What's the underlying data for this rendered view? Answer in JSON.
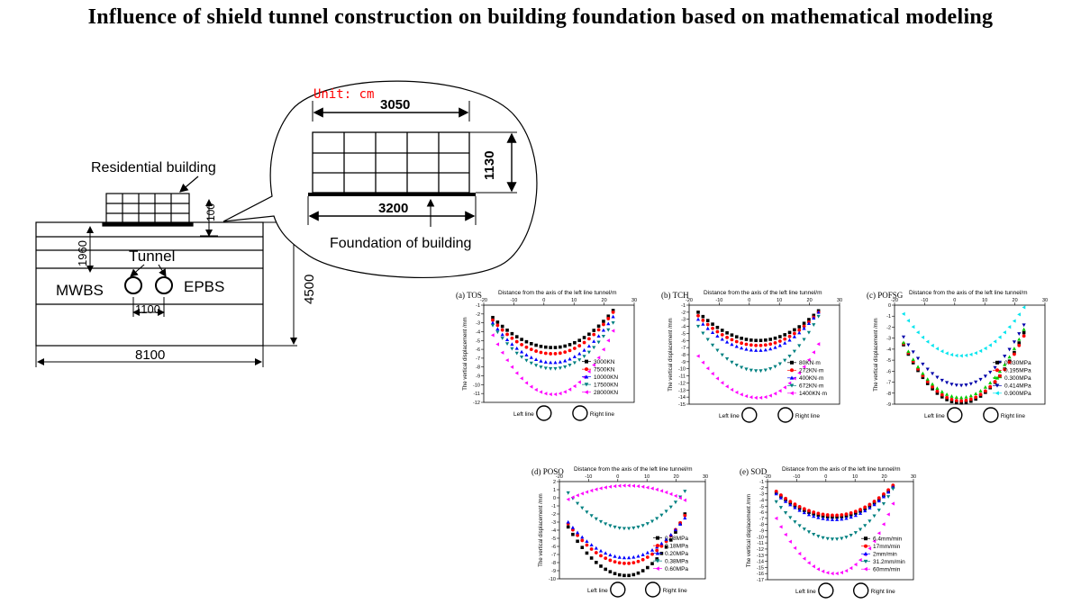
{
  "title": "Influence of shield tunnel construction on building foundation based on mathematical modeling",
  "colors": {
    "black": "#000000",
    "red": "#ff0000",
    "blue": "#0000ff",
    "teal": "#008080",
    "magenta": "#ff00ff",
    "green": "#00cc00",
    "navy": "#0000aa",
    "cyan": "#00e5ee"
  },
  "schematic": {
    "residential_building": "Residential building",
    "tunnel": "Tunnel",
    "mwbs": "MWBS",
    "epbs": "EPBS",
    "dim_1960": "1960",
    "dim_100": "100",
    "dim_1100": "1100",
    "dim_4500": "4500",
    "dim_8100": "8100"
  },
  "callout": {
    "unit": "Unit: cm",
    "dim_3050": "3050",
    "dim_1130": "1130",
    "dim_3200": "3200",
    "foundation": "Foundation of building"
  },
  "chart_data": [
    {
      "id": "a",
      "label": "(a) TOS",
      "type": "scatter",
      "top_axis_label": "Distance from the axis of the left line tunnel/m",
      "xlabel": "",
      "ylabel": "The vertical displacement /mm",
      "xlim": [
        -20,
        30
      ],
      "ylim": [
        -12,
        -1
      ],
      "xticks": [
        -20,
        -10,
        0,
        10,
        20,
        30
      ],
      "yticks": [
        -1,
        -2,
        -3,
        -4,
        -5,
        -6,
        -7,
        -8,
        -9,
        -10,
        -11,
        -12
      ],
      "x_range": [
        -17,
        23
      ],
      "center": 3,
      "left_line": "Left line",
      "right_line": "Right line",
      "series": [
        {
          "name": "3000KN",
          "color": "#000000",
          "marker": "square",
          "min": -5.8,
          "left": -2.4,
          "right": -1.6
        },
        {
          "name": "7500KN",
          "color": "#ff0000",
          "marker": "circle",
          "min": -6.5,
          "left": -2.7,
          "right": -1.8
        },
        {
          "name": "10000KN",
          "color": "#0000ff",
          "marker": "triangle-up",
          "min": -7.5,
          "left": -3.0,
          "right": -2.3
        },
        {
          "name": "17500KN",
          "color": "#008080",
          "marker": "triangle-down",
          "min": -8.2,
          "left": -3.3,
          "right": -3.0
        },
        {
          "name": "28000KN",
          "color": "#ff00ff",
          "marker": "triangle-left",
          "min": -11.1,
          "left": -4.4,
          "right": -3.9
        }
      ]
    },
    {
      "id": "b",
      "label": "(b) TCH",
      "type": "scatter",
      "top_axis_label": "Distance from the axis of the left line tunnel/m",
      "xlabel": "",
      "ylabel": "The vertical displacement /mm",
      "xlim": [
        -20,
        30
      ],
      "ylim": [
        -15,
        -1
      ],
      "xticks": [
        -20,
        -10,
        0,
        10,
        20,
        30
      ],
      "yticks": [
        -1,
        -2,
        -3,
        -4,
        -5,
        -6,
        -7,
        -8,
        -9,
        -10,
        -11,
        -12,
        -13,
        -14,
        -15
      ],
      "x_range": [
        -17,
        23
      ],
      "center": 3,
      "left_line": "Left line",
      "right_line": "Right line",
      "series": [
        {
          "name": "80KN·m",
          "color": "#000000",
          "marker": "square",
          "min": -6.0,
          "left": -2.0,
          "right": -1.8
        },
        {
          "name": "272KN·m",
          "color": "#ff0000",
          "marker": "circle",
          "min": -6.7,
          "left": -2.5,
          "right": -2.0
        },
        {
          "name": "400KN·m",
          "color": "#0000ff",
          "marker": "triangle-up",
          "min": -7.4,
          "left": -3.0,
          "right": -2.0
        },
        {
          "name": "672KN·m",
          "color": "#008080",
          "marker": "triangle-down",
          "min": -10.3,
          "left": -4.0,
          "right": -2.6
        },
        {
          "name": "1400KN·m",
          "color": "#ff00ff",
          "marker": "triangle-left",
          "min": -14.1,
          "left": -8.2,
          "right": -6.5
        }
      ]
    },
    {
      "id": "c",
      "label": "(c) POFSG",
      "type": "scatter",
      "top_axis_label": "Distance from the axis of the left line tunnel/m",
      "xlabel": "",
      "ylabel": "The vertical displacement /mm",
      "xlim": [
        -20,
        30
      ],
      "ylim": [
        -9,
        0
      ],
      "xticks": [
        -20,
        -10,
        0,
        10,
        20,
        30
      ],
      "yticks": [
        0,
        -1,
        -2,
        -3,
        -4,
        -5,
        -6,
        -7,
        -8,
        -9
      ],
      "x_range": [
        -17,
        23
      ],
      "center": 2,
      "left_line": "Left line",
      "right_line": "Right line",
      "series": [
        {
          "name": "0.030MPa",
          "color": "#000000",
          "marker": "square",
          "min": -8.9,
          "left": -3.6,
          "right": -2.5
        },
        {
          "name": "0.195MPa",
          "color": "#ff0000",
          "marker": "circle",
          "min": -8.7,
          "left": -3.5,
          "right": -2.8
        },
        {
          "name": "0.300MPa",
          "color": "#00cc00",
          "marker": "triangle-up",
          "min": -8.4,
          "left": -3.4,
          "right": -2.2
        },
        {
          "name": "0.414MPa",
          "color": "#0000aa",
          "marker": "triangle-down",
          "min": -7.3,
          "left": -2.9,
          "right": -1.8
        },
        {
          "name": "0.900MPa",
          "color": "#00e5ee",
          "marker": "triangle-left",
          "min": -4.6,
          "left": -0.8,
          "right": -0.2
        }
      ]
    },
    {
      "id": "d",
      "label": "(d) POSO",
      "type": "scatter",
      "top_axis_label": "Distance from the axis of the left line tunnel/m",
      "xlabel": "",
      "ylabel": "The vertical displacement /mm",
      "xlim": [
        -20,
        30
      ],
      "ylim": [
        -10,
        2
      ],
      "xticks": [
        -20,
        -10,
        0,
        10,
        20,
        30
      ],
      "yticks": [
        2,
        1,
        0,
        -1,
        -2,
        -3,
        -4,
        -5,
        -6,
        -7,
        -8,
        -9,
        -10
      ],
      "x_range": [
        -17,
        23
      ],
      "center": 3,
      "left_line": "Left line",
      "right_line": "Right line",
      "series": [
        {
          "name": "0.08MPa",
          "color": "#000000",
          "marker": "square",
          "min": -9.6,
          "left": -3.6,
          "right": -2.0
        },
        {
          "name": "0.18MPa",
          "color": "#ff0000",
          "marker": "circle",
          "min": -8.1,
          "left": -3.2,
          "right": -2.2
        },
        {
          "name": "0.20MPa",
          "color": "#0000ff",
          "marker": "triangle-up",
          "min": -7.4,
          "left": -3.0,
          "right": -2.5
        },
        {
          "name": "0.38MPa",
          "color": "#008080",
          "marker": "triangle-down",
          "min": -3.8,
          "left": 0.6,
          "right": 0.8
        },
        {
          "name": "0.60MPa",
          "color": "#ff00ff",
          "marker": "triangle-left",
          "min": 1.5,
          "left": -0.2,
          "right": -0.3
        }
      ]
    },
    {
      "id": "e",
      "label": "(e) SOD",
      "type": "scatter",
      "top_axis_label": "Distance from the axis of the left line tunnel/m",
      "xlabel": "",
      "ylabel": "The vertical displacement /mm",
      "xlim": [
        -20,
        30
      ],
      "ylim": [
        -17,
        -1
      ],
      "xticks": [
        -20,
        -10,
        0,
        10,
        20,
        30
      ],
      "yticks": [
        -1,
        -2,
        -3,
        -4,
        -5,
        -6,
        -7,
        -8,
        -9,
        -10,
        -11,
        -12,
        -13,
        -14,
        -15,
        -16,
        -17
      ],
      "x_range": [
        -17,
        23
      ],
      "center": 3,
      "left_line": "Left line",
      "right_line": "Right line",
      "series": [
        {
          "name": "6.4mm/min",
          "color": "#000000",
          "marker": "square",
          "min": -6.8,
          "left": -2.8,
          "right": -1.8
        },
        {
          "name": "17mm/min",
          "color": "#ff0000",
          "marker": "circle",
          "min": -6.5,
          "left": -2.6,
          "right": -1.6
        },
        {
          "name": "2mm/min",
          "color": "#0000ff",
          "marker": "triangle-up",
          "min": -7.2,
          "left": -3.0,
          "right": -1.9
        },
        {
          "name": "31.2mm/min",
          "color": "#008080",
          "marker": "triangle-down",
          "min": -10.4,
          "left": -4.3,
          "right": -2.2
        },
        {
          "name": "60mm/min",
          "color": "#ff00ff",
          "marker": "triangle-left",
          "min": -16.0,
          "left": -7.0,
          "right": -4.6
        }
      ]
    }
  ]
}
